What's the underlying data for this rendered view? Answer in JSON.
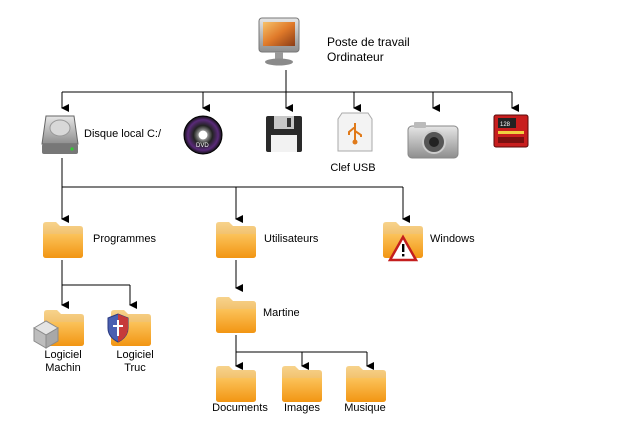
{
  "root": {
    "line1": "Poste de travail",
    "line2": "Ordinateur",
    "icon": "monitor-icon"
  },
  "devices": [
    {
      "id": "disk",
      "label": "Disque local C:/",
      "icon": "hard-drive-icon"
    },
    {
      "id": "dvd",
      "label": "",
      "icon": "dvd-disc-icon"
    },
    {
      "id": "floppy",
      "label": "",
      "icon": "floppy-disk-icon"
    },
    {
      "id": "usb",
      "label": "Clef USB",
      "icon": "usb-drive-icon"
    },
    {
      "id": "camera",
      "label": "",
      "icon": "camera-icon"
    },
    {
      "id": "card",
      "label": "",
      "icon": "memory-card-icon"
    }
  ],
  "level2": [
    {
      "id": "programmes",
      "label": "Programmes",
      "icon": "folder-icon"
    },
    {
      "id": "utilisateurs",
      "label": "Utilisateurs",
      "icon": "folder-icon"
    },
    {
      "id": "windows",
      "label": "Windows",
      "icon": "folder-warning-icon"
    }
  ],
  "programs": [
    {
      "id": "machin",
      "line1": "Logiciel",
      "line2": "Machin",
      "icon": "folder-app-icon"
    },
    {
      "id": "truc",
      "line1": "Logiciel",
      "line2": "Truc",
      "icon": "folder-shield-icon"
    }
  ],
  "user": {
    "label": "Martine",
    "icon": "folder-icon"
  },
  "user_folders": [
    {
      "id": "documents",
      "label": "Documents",
      "icon": "folder-icon"
    },
    {
      "id": "images",
      "label": "Images",
      "icon": "folder-icon"
    },
    {
      "id": "musique",
      "label": "Musique",
      "icon": "folder-icon"
    }
  ],
  "colors": {
    "folder_front": "#f6a623",
    "folder_back": "#f3c168",
    "line": "#000000"
  }
}
